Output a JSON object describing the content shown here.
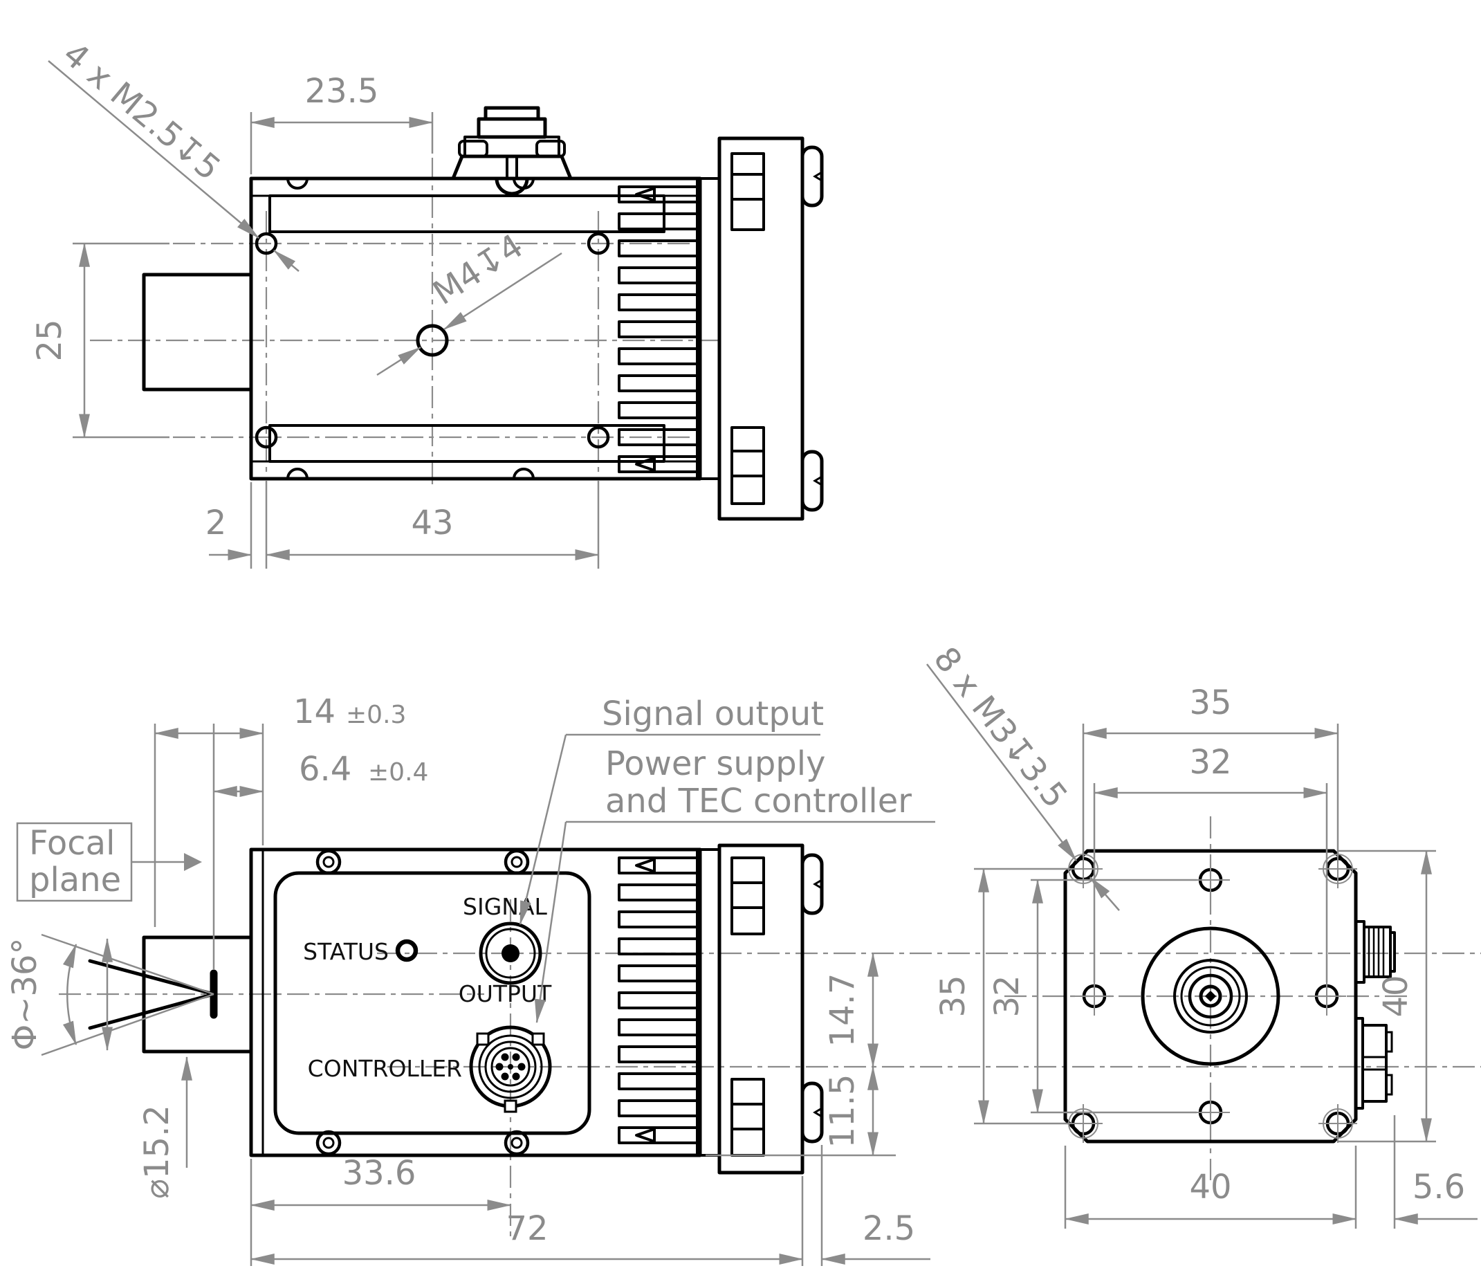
{
  "drawing": {
    "background": "#ffffff",
    "edge_color": "#000000",
    "dim_color": "#8b8b8b",
    "top_view": {
      "corner_thread_note": "4 x M2.5↧5",
      "center_thread_note": "M4↧4",
      "dim_hole_offset_x": "23.5",
      "dim_hole_span_y": "25",
      "dim_edge_offset": "2",
      "dim_hole_span_x": "43"
    },
    "side_view": {
      "dim_flange_value": "14",
      "dim_flange_tol": "±0.3",
      "dim_focal_value": "6.4",
      "dim_focal_tol": "±0.4",
      "label_focal_line1": "Focal",
      "label_focal_line2": "plane",
      "dim_fov_angle": "Φ~36°",
      "dim_aperture": "⌀15.2",
      "label_signal_output": "Signal output",
      "label_power_line1": "Power supply",
      "label_power_line2": "and TEC controller",
      "panel_status": "STATUS",
      "panel_signal": "SIGNAL",
      "panel_output": "OUTPUT",
      "panel_controller": "CONTROLLER",
      "dim_signal_height": "14.7",
      "dim_controller_height": "11.5",
      "dim_controller_offset": "33.6",
      "dim_length": "72",
      "dim_clamp": "2.5"
    },
    "back_view": {
      "thread_note": "8 x M3↧3.5",
      "dim_corner_span_x": "35",
      "dim_mid_span_x": "32",
      "dim_corner_span_y": "35",
      "dim_mid_span_y": "32",
      "dim_height": "40",
      "dim_width": "40",
      "dim_connector": "5.6"
    }
  }
}
